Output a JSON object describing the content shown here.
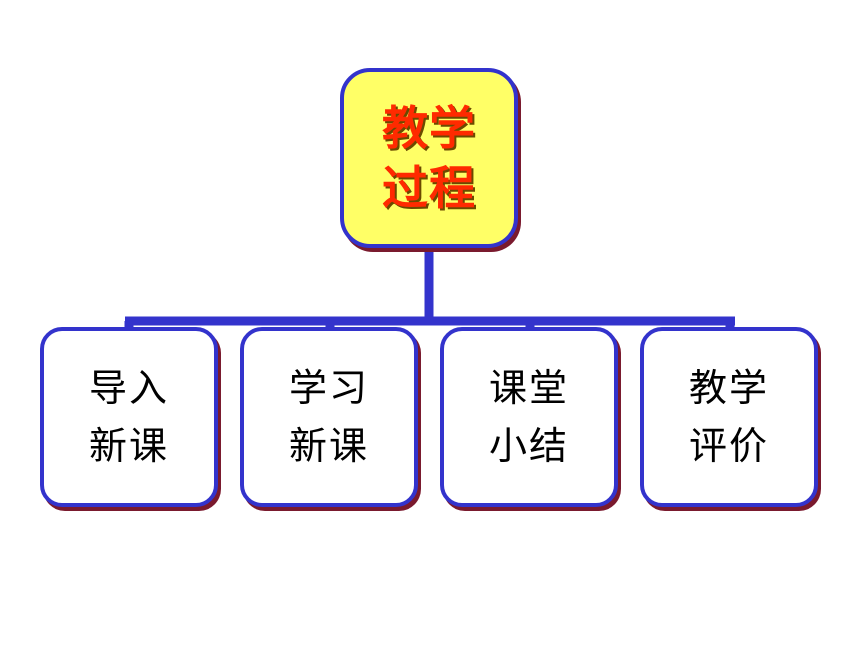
{
  "colors": {
    "border": "#3333cc",
    "shadow": "#7a1a2e",
    "root_fill": "#ffff66",
    "root_text": "#ff2a00",
    "child_fill": "#ffffff",
    "child_text": "#000000"
  },
  "root": {
    "line1": "教学",
    "line2": "过程"
  },
  "children": [
    {
      "line1": "导入",
      "line2": "新课"
    },
    {
      "line1": "学习",
      "line2": "新课"
    },
    {
      "line1": "课堂",
      "line2": "小结"
    },
    {
      "line1": "教学",
      "line2": "评价"
    }
  ]
}
